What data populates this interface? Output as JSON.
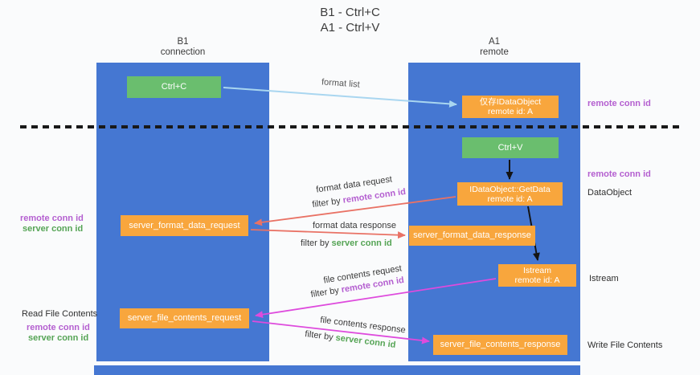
{
  "title": {
    "line1": "B1 - Ctrl+C",
    "line2": "A1 - Ctrl+V"
  },
  "columns": {
    "left": {
      "name": "B1",
      "role": "connection"
    },
    "right": {
      "name": "A1",
      "role": "remote"
    }
  },
  "nodes": {
    "ctrl_c": {
      "label": "Ctrl+C"
    },
    "ctrl_v": {
      "label": "Ctrl+V"
    },
    "clipboard_object": {
      "line1": "仅存IDataObject",
      "line2": "remote id: A"
    },
    "getdata": {
      "line1": "IDataObject::GetData",
      "line2": "remote id: A"
    },
    "istream": {
      "line1": "Istream",
      "line2": "remote id: A"
    },
    "format_request": {
      "label": "server_format_data_request"
    },
    "format_response": {
      "label": "server_format_data_response"
    },
    "file_request": {
      "label": "server_file_contents_request"
    },
    "file_response": {
      "label": "server_file_contents_response"
    }
  },
  "labels": {
    "format_list": "format list",
    "format_data_request": "format data request",
    "format_data_response": "format data response",
    "file_contents_request": "file contents request",
    "file_contents_response": "file contents response",
    "filter_by": "filter by",
    "remote_conn_id": "remote conn id",
    "server_conn_id": "server conn id",
    "dataobject": "DataObject",
    "istream": "Istream",
    "read_file_contents": "Read File Contents",
    "write_file_contents": "Write File Contents"
  },
  "colors": {
    "lane_blue": "#4577d2",
    "node_orange": "#f8a63d",
    "node_green": "#6abe6e",
    "arrow_light_blue": "#a9d6f0",
    "arrow_red": "#e97265",
    "arrow_magenta": "#de4bdd",
    "arrow_black": "#141414",
    "text_purple": "#b45fd0",
    "text_green": "#55a455"
  }
}
